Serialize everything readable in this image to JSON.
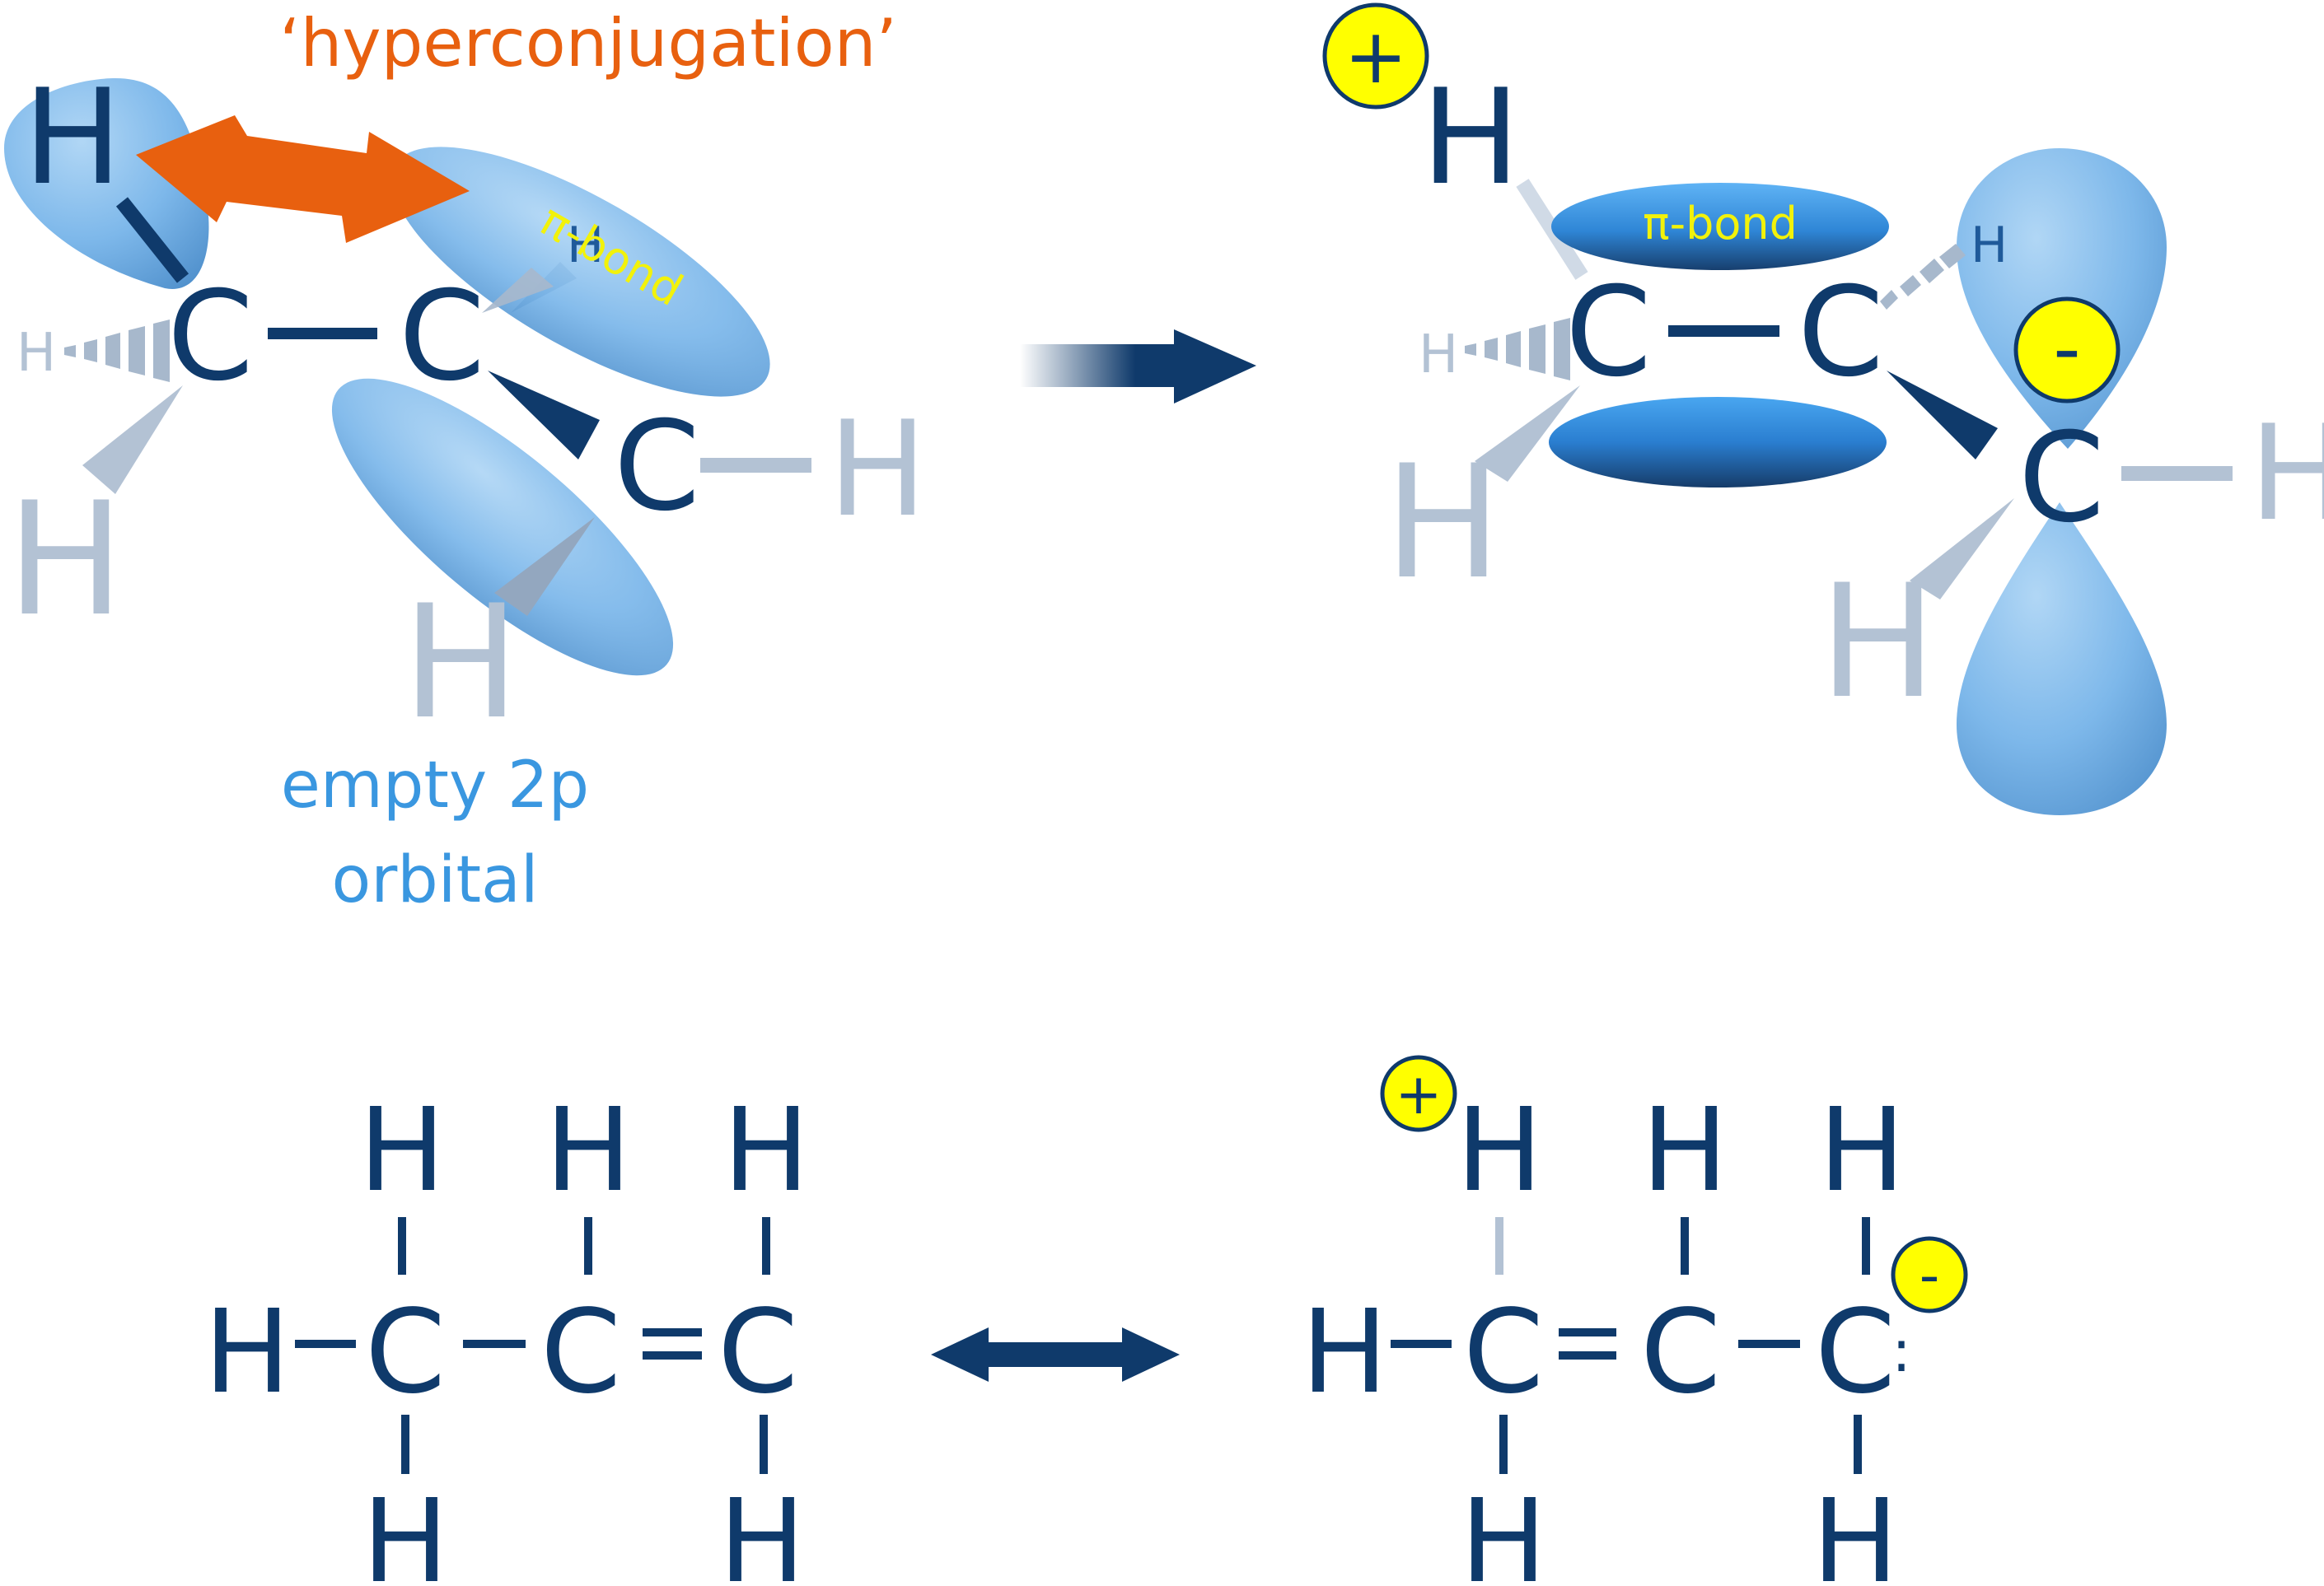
{
  "top_left": {
    "hyperconjugation_label": "‘hyperconjugation’",
    "pi_bond_label": "π-bond",
    "empty_orbital_line1": "empty 2p",
    "empty_orbital_line2": "orbital",
    "atoms": {
      "C": "C",
      "H": "H"
    }
  },
  "top_right": {
    "pi_bond_label": "π-bond",
    "plus_sign": "+",
    "minus_sign": "-",
    "atoms": {
      "C": "C",
      "H": "H"
    }
  },
  "bottom": {
    "plus_sign": "+",
    "minus_sign": "-",
    "lone_pair": ":",
    "atoms": {
      "C": "C",
      "H": "H"
    },
    "double_bond": "="
  },
  "colors": {
    "dark_navy": "#0f3a6b",
    "faded_blue": "#b3c2d4",
    "orbital_blue": "#6fb0e8",
    "orange": "#e8600f",
    "yellow": "#ffff00",
    "label_blue": "#3a97e0"
  }
}
